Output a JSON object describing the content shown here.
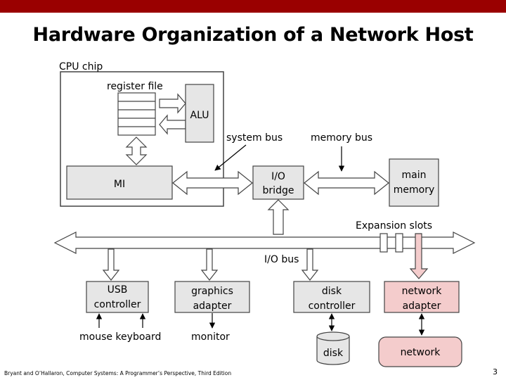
{
  "slide": {
    "title": "Hardware Organization of a Network Host",
    "footer": "Bryant and O’Hallaron, Computer Systems: A Programmer’s Perspective, Third Edition",
    "page_number": "3"
  },
  "labels": {
    "cpu_chip": "CPU chip",
    "register_file": "register file",
    "alu": "ALU",
    "system_bus": "system bus",
    "memory_bus": "memory bus",
    "mi": "MI",
    "io_bridge_1": "I/O",
    "io_bridge_2": "bridge",
    "main_memory_1": "main",
    "main_memory_2": "memory",
    "expansion_slots": "Expansion slots",
    "io_bus": "I/O bus",
    "usb_1": "USB",
    "usb_2": "controller",
    "graphics_1": "graphics",
    "graphics_2": "adapter",
    "disk_ctrl_1": "disk",
    "disk_ctrl_2": "controller",
    "net_adapter_1": "network",
    "net_adapter_2": "adapter",
    "mouse_keyboard": "mouse keyboard",
    "monitor": "monitor",
    "disk": "disk",
    "network": "network"
  },
  "colors": {
    "header_bar": "#9a0000",
    "box_fill": "#e6e6e6",
    "highlight_fill": "#f4cccc"
  }
}
